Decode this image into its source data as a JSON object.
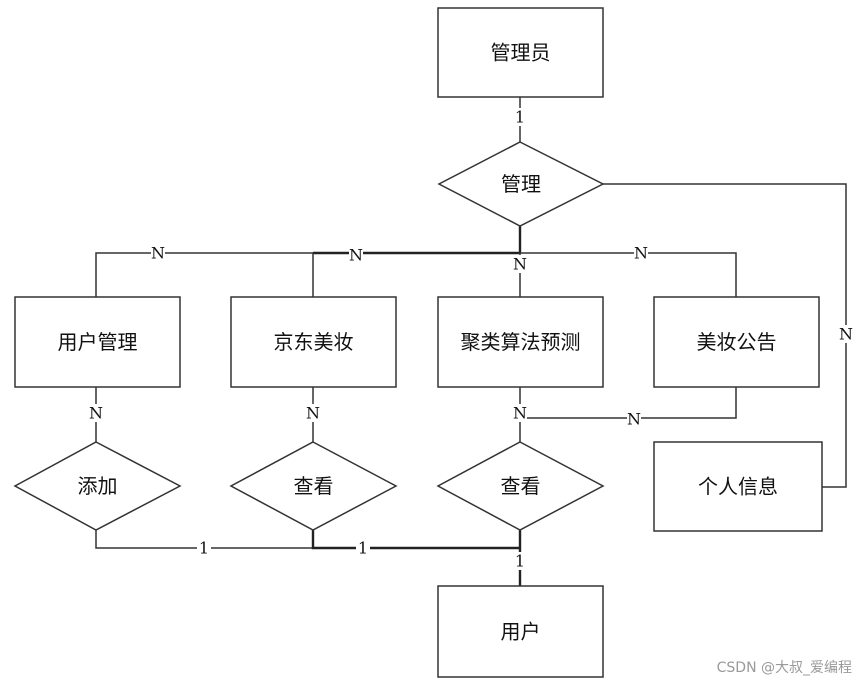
{
  "entities": {
    "admin": "管理员",
    "user_mgmt": "用户管理",
    "jd_beauty": "京东美妆",
    "clustering": "聚类算法预测",
    "beauty_notice": "美妆公告",
    "personal_info": "个人信息",
    "user": "用户"
  },
  "relations": {
    "manage": "管理",
    "add": "添加",
    "view1": "查看",
    "view2": "查看"
  },
  "cardinalities": {
    "admin_manage": "1",
    "manage_user_mgmt": "N",
    "manage_jd": "N",
    "manage_cluster": "N",
    "manage_notice": "N",
    "manage_personal": "N",
    "user_mgmt_add": "N",
    "jd_view": "N",
    "cluster_view": "N",
    "notice_view": "N",
    "add_user": "1",
    "view_user": "1",
    "user_bottom": "1"
  },
  "watermark": "CSDN @大叔_爱编程"
}
